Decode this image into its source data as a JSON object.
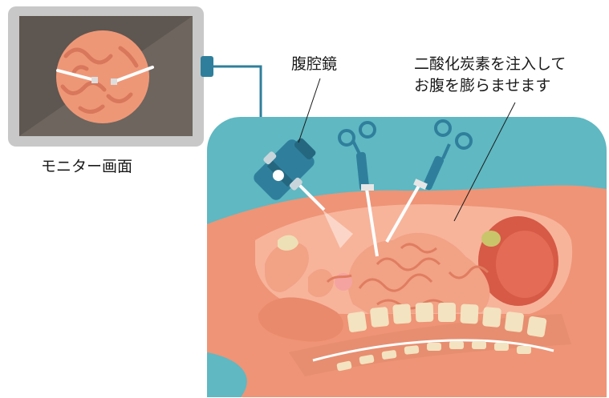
{
  "labels": {
    "monitor": "モニター画面",
    "laparoscope": "腹腔鏡",
    "co2_line1": "二酸化炭素を注入して",
    "co2_line2": "お腹を膨らませます"
  },
  "colors": {
    "monitor_frame": "#c8c8c8",
    "monitor_screen": "#5e5650",
    "cavity_bg": "#5fb8c2",
    "skin": "#ef9476",
    "inner": "#f7b49b",
    "intestine": "#f2a285",
    "intestine_line": "#e07d60",
    "spine_bone": "#f3e3c0",
    "instrument": "#2f7f9c",
    "organ": "#d65a46"
  }
}
